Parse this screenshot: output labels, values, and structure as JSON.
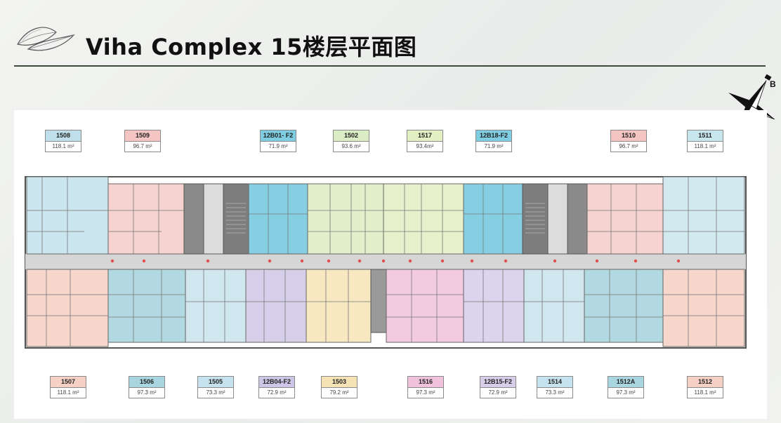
{
  "title": "Viha Complex 15楼层平面图",
  "compass_letter": "B",
  "top_units": [
    {
      "name": "1508",
      "area": "118.1 m²",
      "color": "#bfe0ea"
    },
    {
      "name": "1509",
      "area": "96.7 m²",
      "color": "#f4c5c3"
    },
    {
      "name": "12B01- F2",
      "area": "71.9 m²",
      "color": "#7fcde2"
    },
    {
      "name": "1502",
      "area": "93.6 m²",
      "color": "#dbedc4"
    },
    {
      "name": "1517",
      "area": "93.4m²",
      "color": "#e3f0c4"
    },
    {
      "name": "12B18-F2",
      "area": "71.9 m²",
      "color": "#7fcde2"
    },
    {
      "name": "1510",
      "area": "96.7 m²",
      "color": "#f4c5c3"
    },
    {
      "name": "1511",
      "area": "118.1 m²",
      "color": "#c8e6ee"
    }
  ],
  "bottom_units": [
    {
      "name": "1507",
      "area": "118.1 m²",
      "color": "#f6d0c4"
    },
    {
      "name": "1506",
      "area": "97.3 m²",
      "color": "#a9d5e0"
    },
    {
      "name": "1505",
      "area": "73.3 m²",
      "color": "#c6e2ee"
    },
    {
      "name": "12B04-F2",
      "area": "72.9 m²",
      "color": "#cdc6e6"
    },
    {
      "name": "1503",
      "area": "79.2 m²",
      "color": "#f5e3b5"
    },
    {
      "name": "1516",
      "area": "97.3 m²",
      "color": "#f1c2dc"
    },
    {
      "name": "12B15-F2",
      "area": "72.9 m²",
      "color": "#d6cde9"
    },
    {
      "name": "1514",
      "area": "73.3 m²",
      "color": "#c6e2ee"
    },
    {
      "name": "1512A",
      "area": "97.3 m²",
      "color": "#a9d5e0"
    },
    {
      "name": "1512",
      "area": "118.1 m²",
      "color": "#f6d0c4"
    }
  ],
  "colors": {
    "corridor": "#d6d6d6",
    "core": "#7d7d7d",
    "wall": "#555555"
  }
}
